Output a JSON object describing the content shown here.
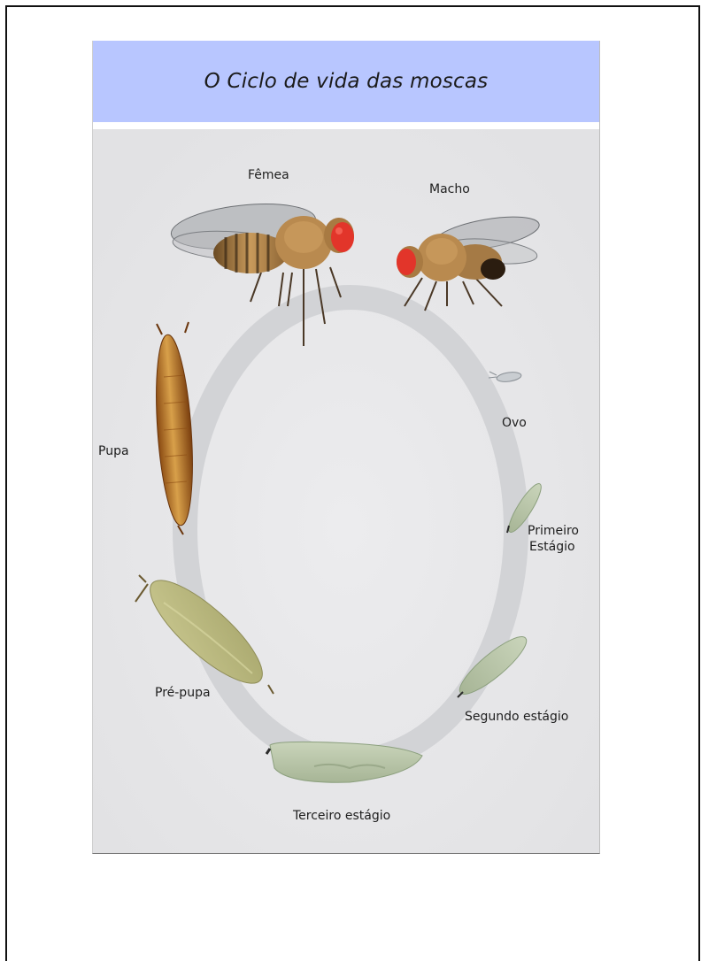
{
  "title": "O Ciclo de vida das moscas",
  "stages": {
    "femea": "Fêmea",
    "macho": "Macho",
    "ovo": "Ovo",
    "primeiro_line1": "Primeiro",
    "primeiro_line2": "Estágio",
    "segundo": "Segundo estágio",
    "terceiro": "Terceiro estágio",
    "prepupa": "Pré-pupa",
    "pupa": "Pupa"
  },
  "colors": {
    "title_bar": "#b8c6ff",
    "background": "#e9e9ea",
    "cycle_ring": "#d2d3d6",
    "fly_eye": "#e2352a",
    "fly_body": "#b98a4f",
    "pupa": "#c07a2a",
    "larva": "#b9c7a8"
  }
}
